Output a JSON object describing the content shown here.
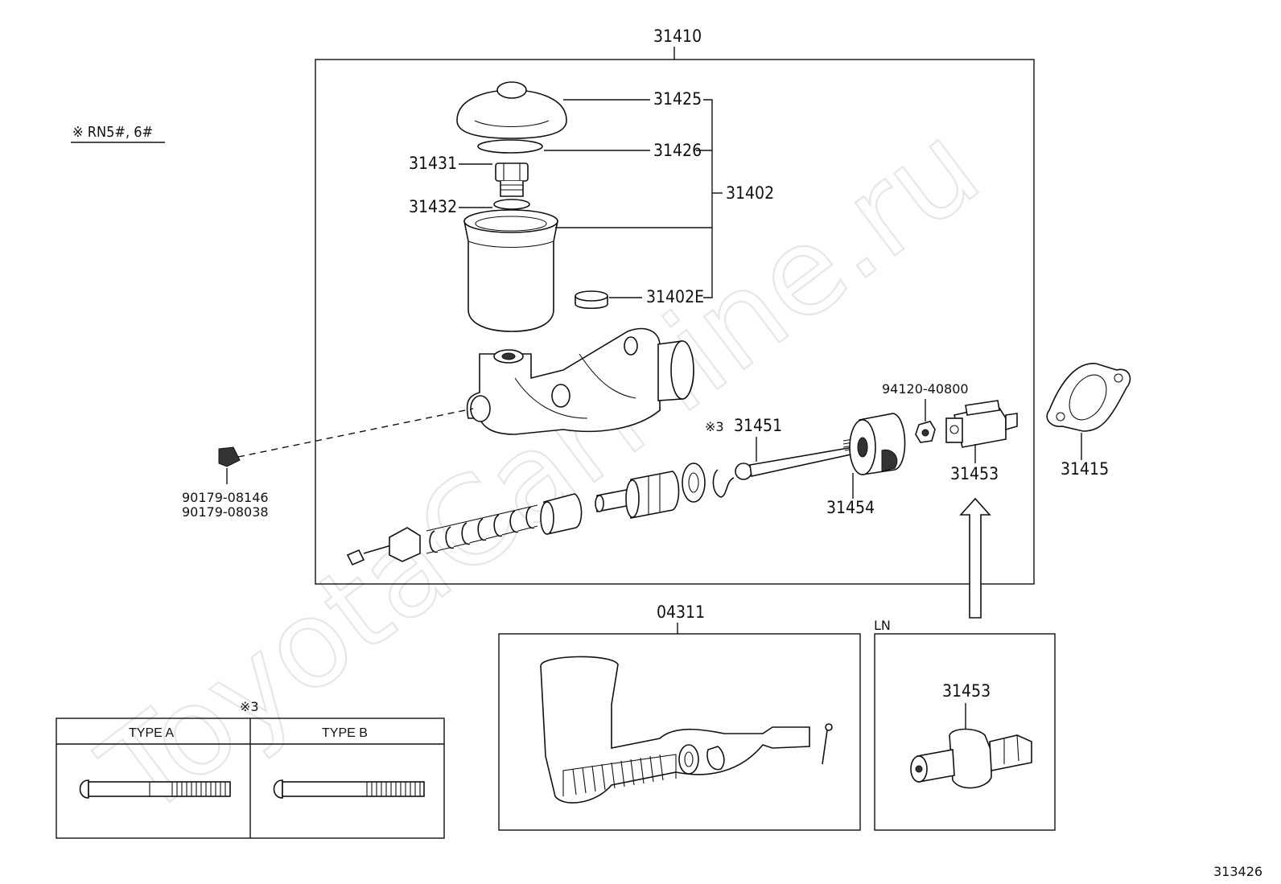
{
  "watermark": "ToyotaCarMine.ru",
  "note": "※ RN5#, 6#",
  "diagram_id": "313426",
  "callouts": {
    "assembly": "31410",
    "boot": "31425",
    "boot_ring": "31426",
    "cap": "31431",
    "strainer": "31432",
    "reservoir_set": "31402",
    "reservoir_grommet": "31402E",
    "plug_a": "90179-08146",
    "plug_b": "90179-08038",
    "ref_mark": "※3",
    "push_rod": "31451",
    "clevis": "31454",
    "nut": "94120-40800",
    "bushing": "31453",
    "gasket": "31415",
    "kit": "04311",
    "variant_label": "LN",
    "variant_part": "31453"
  },
  "type_table": {
    "mark": "※3",
    "headers": [
      "TYPE A",
      "TYPE B"
    ]
  }
}
